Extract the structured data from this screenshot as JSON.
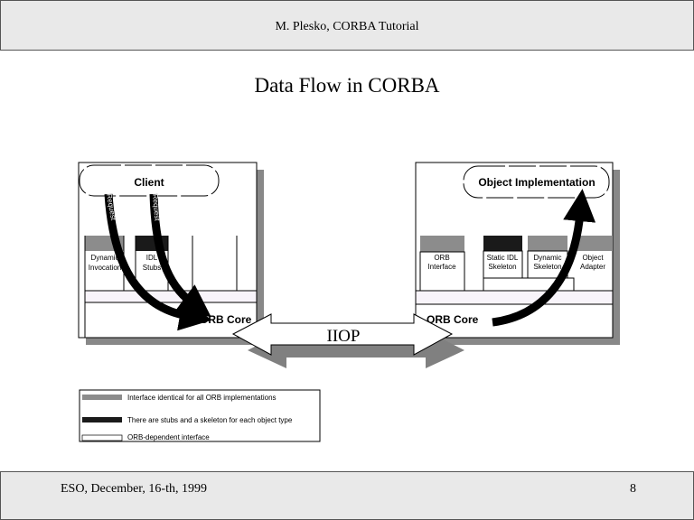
{
  "header": {
    "text": "M. Plesko, CORBA Tutorial"
  },
  "title": "Data Flow in CORBA",
  "client": {
    "label": "Client",
    "request1": "Request",
    "request2": "Request",
    "dii": [
      "Dynamic",
      "Invocation"
    ],
    "stubs": [
      "IDL",
      "Stubs"
    ],
    "orb_core": "ORB Core"
  },
  "server": {
    "label": "Object Implementation",
    "orb_interface": [
      "ORB",
      "Interface"
    ],
    "static_skel": [
      "Static IDL",
      "Skeleton"
    ],
    "dyn_skel": [
      "Dynamic",
      "Skeleton"
    ],
    "adapter": [
      "Object",
      "Adapter"
    ],
    "orb_core": "ORB Core"
  },
  "iiop": "IIOP",
  "legend": [
    {
      "color": "#8c8c8c",
      "text": "Interface identical for all ORB implementations"
    },
    {
      "color": "#1a1a1a",
      "text": "There are stubs and a skeleton for each object type"
    },
    {
      "color": "#ffffff",
      "text": "ORB-dependent interface"
    }
  ],
  "footer": {
    "left": "ESO, December, 16-th, 1999",
    "page": "8"
  }
}
